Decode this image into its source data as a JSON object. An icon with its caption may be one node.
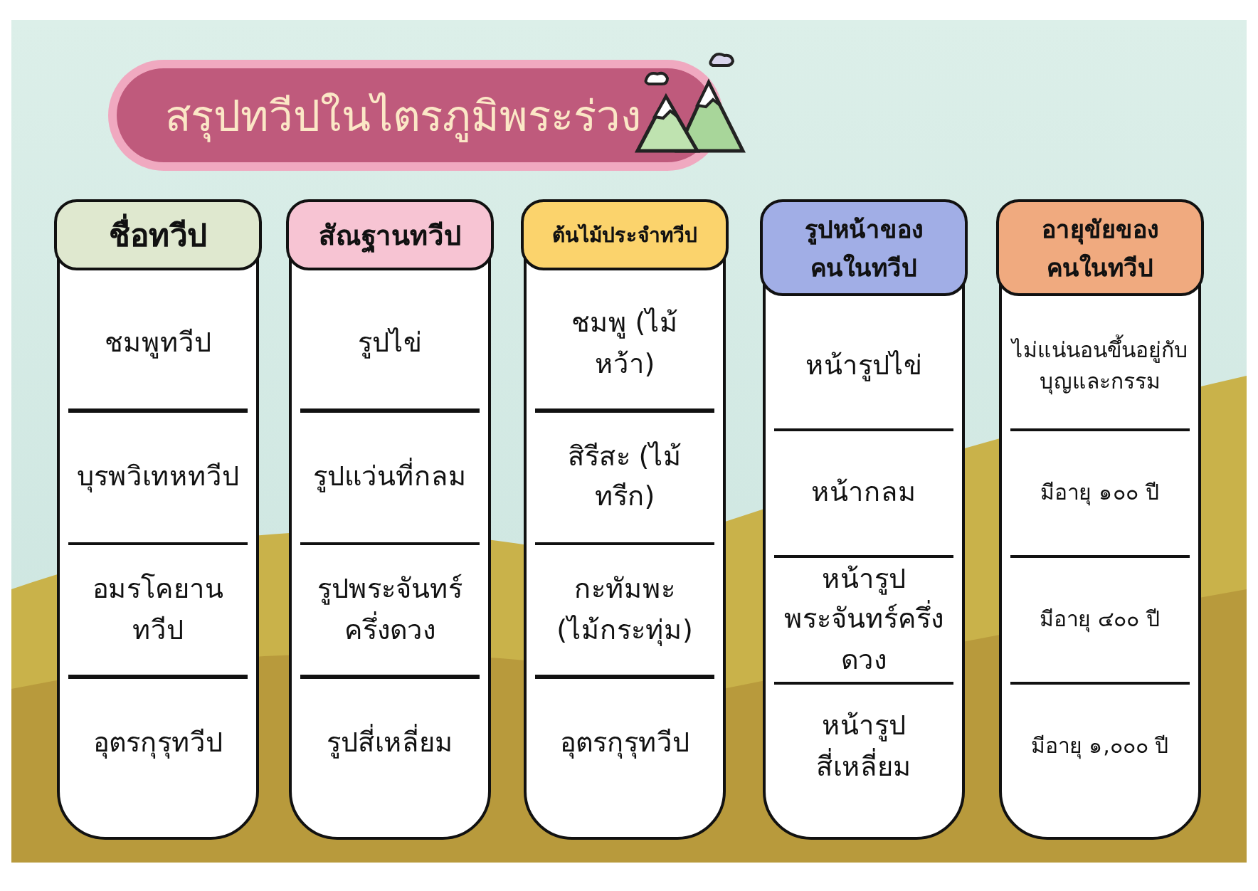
{
  "diagram": {
    "title": "สรุปทวีปในไตรภูมิพระร่วง",
    "nodes": [
      {
        "text": [
          "ชื่อทวีป",
          "ชมพูทวีป",
          "บุรพวิเทหทวีป",
          "อมรโคยานทวีป",
          "อุตรกุรุทวีป"
        ]
      },
      {
        "text": [
          "สัณฐานทวีป",
          "รูปไข่",
          "รูปแว่นที่กลม",
          "รูปพระจันทร์ครึ่งดวง",
          "รูปสี่เหลี่ยม"
        ]
      },
      {
        "text": [
          "ต้นไม้ประจำทวีป",
          "ชมพู (ไม้หว้า)",
          "สิรีสะ (ไม้ทรีก)",
          "กะทัมพะ (ไม้กระทุ่ม)",
          "อุตรกุรุทวีป"
        ]
      },
      {
        "text": [
          "รูปหน้าของคนในทวีป",
          "หน้ารูปไข่",
          "หน้ากลม",
          "หน้ารูปพระจันทร์ครึ่งดวง",
          "หน้ารูปสี่เหลี่ยม"
        ]
      },
      {
        "text": [
          "อายุขัยของคนในทวีป",
          "ไม่แน่นอนขึ้นอยู่กับบุญและกรรม",
          "มีอายุ ๑๐๐ ปี",
          "มีอายุ ๔๐๐ ปี",
          "มีอายุ ๑,๐๐๐ ปี"
        ]
      }
    ]
  }
}
